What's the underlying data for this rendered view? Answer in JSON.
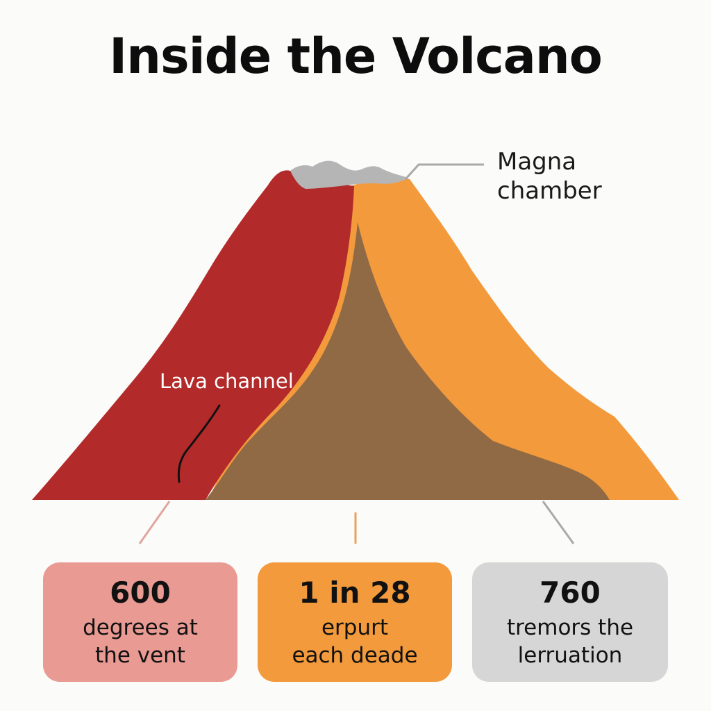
{
  "title": "Inside the Volcano",
  "labels": {
    "magma_chamber": [
      "Magna",
      "chamber"
    ],
    "lava_channel": "Lava channel"
  },
  "stats": [
    {
      "value": "600",
      "desc": [
        "degrees at",
        "the vent"
      ],
      "color": "#e99a93"
    },
    {
      "value": "1 in 28",
      "desc": [
        "erpurt",
        "each deade"
      ],
      "color": "#f39a3c"
    },
    {
      "value": "760",
      "desc": [
        "tremors the",
        "lerruation"
      ],
      "color": "#d6d6d6"
    }
  ],
  "colors": {
    "left_flank": "#b32a2a",
    "core": "#8f6a45",
    "right_flank": "#f39a3c",
    "crater_ash": "#b5b5b5",
    "connector_left": "#e0a59d",
    "connector_middle": "#e8a25a",
    "connector_right": "#a9a9a9"
  }
}
